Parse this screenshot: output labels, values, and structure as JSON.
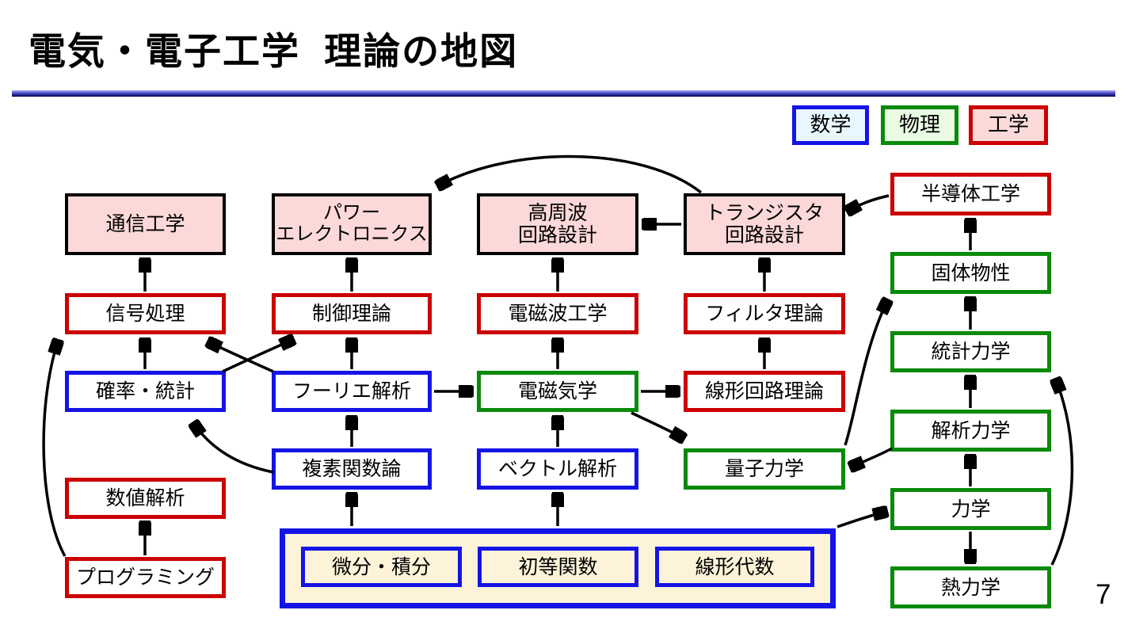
{
  "slide": {
    "title": "電気・電子工学  理論の地図",
    "page_number": "7"
  },
  "legend": {
    "math": "数学",
    "physics": "物理",
    "engineering": "工学"
  },
  "colors": {
    "math_border": "#1414e6",
    "physics_border": "#0a8a0a",
    "engineering_border": "#cc0000",
    "goal_border": "#000000",
    "goal_fill": "#fcd8d8",
    "math_legend_fill": "#e8f7fe",
    "physics_legend_fill": "#e9fbe3",
    "engineering_legend_fill": "#fcdada",
    "basics_fill": "#fdf3d8",
    "title_rule": "#4a4acc"
  },
  "nodes": {
    "comm_eng": "通信工学",
    "power_electronics": "パワー\nエレクトロニクス",
    "rf_circuit": "高周波\n回路設計",
    "transistor_circuit": "トランジスタ\n回路設計",
    "semiconductor": "半導体工学",
    "signal_processing": "信号処理",
    "control_theory": "制御理論",
    "em_wave": "電磁波工学",
    "filter_theory": "フィルタ理論",
    "solid_state": "固体物性",
    "prob_stat": "確率・統計",
    "fourier": "フーリエ解析",
    "electromagnetics": "電磁気学",
    "linear_circuit": "線形回路理論",
    "stat_mech": "統計力学",
    "analytical_mech": "解析力学",
    "complex_analysis": "複素関数論",
    "vector_analysis": "ベクトル解析",
    "quantum": "量子力学",
    "numerical": "数値解析",
    "mechanics": "力学",
    "programming": "プログラミング",
    "calculus": "微分・積分",
    "elementary_functions": "初等関数",
    "linear_algebra": "線形代数",
    "thermodynamics": "熱力学"
  },
  "edges": [
    {
      "from": "prob_stat",
      "to": "signal_processing"
    },
    {
      "from": "prob_stat",
      "to": "control_theory"
    },
    {
      "from": "fourier",
      "to": "signal_processing"
    },
    {
      "from": "fourier",
      "to": "control_theory"
    },
    {
      "from": "fourier",
      "to": "electromagnetics"
    },
    {
      "from": "signal_processing",
      "to": "comm_eng"
    },
    {
      "from": "control_theory",
      "to": "power_electronics"
    },
    {
      "from": "em_wave",
      "to": "rf_circuit"
    },
    {
      "from": "filter_theory",
      "to": "transistor_circuit"
    },
    {
      "from": "electromagnetics",
      "to": "em_wave"
    },
    {
      "from": "electromagnetics",
      "to": "linear_circuit"
    },
    {
      "from": "electromagnetics",
      "to": "quantum"
    },
    {
      "from": "linear_circuit",
      "to": "filter_theory"
    },
    {
      "from": "transistor_circuit",
      "to": "rf_circuit"
    },
    {
      "from": "transistor_circuit",
      "to": "power_electronics"
    },
    {
      "from": "semiconductor",
      "to": "transistor_circuit"
    },
    {
      "from": "solid_state",
      "to": "semiconductor"
    },
    {
      "from": "stat_mech",
      "to": "solid_state"
    },
    {
      "from": "analytical_mech",
      "to": "stat_mech"
    },
    {
      "from": "analytical_mech",
      "to": "quantum"
    },
    {
      "from": "quantum",
      "to": "solid_state"
    },
    {
      "from": "mechanics",
      "to": "analytical_mech"
    },
    {
      "from": "mechanics",
      "to": "thermodynamics"
    },
    {
      "from": "thermodynamics",
      "to": "stat_mech"
    },
    {
      "from": "complex_analysis",
      "to": "fourier"
    },
    {
      "from": "complex_analysis",
      "to": "prob_stat"
    },
    {
      "from": "vector_analysis",
      "to": "electromagnetics"
    },
    {
      "from": "math_basics",
      "to": "complex_analysis"
    },
    {
      "from": "math_basics",
      "to": "vector_analysis"
    },
    {
      "from": "math_basics",
      "to": "mechanics"
    },
    {
      "from": "programming",
      "to": "numerical"
    },
    {
      "from": "programming",
      "to": "signal_processing"
    }
  ]
}
